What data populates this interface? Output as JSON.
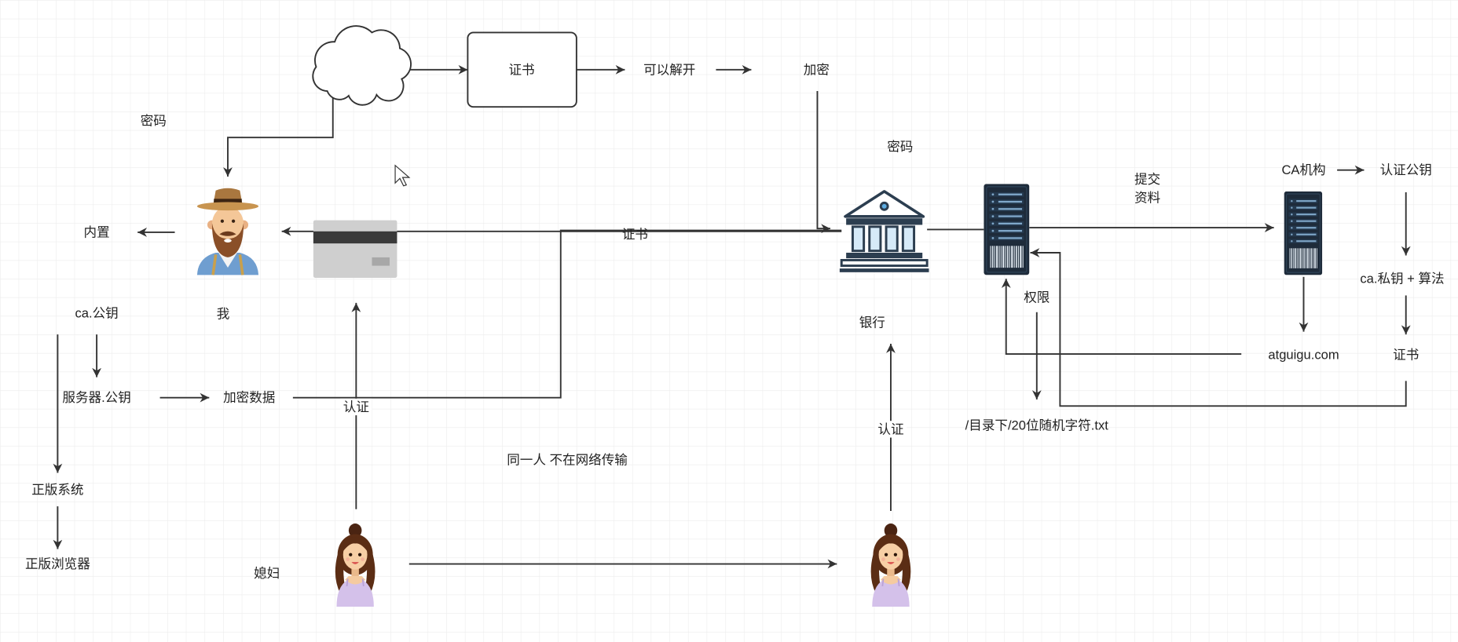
{
  "canvas": {
    "background": "#ffffff",
    "grid": true,
    "grid_color": "#ececec"
  },
  "colors": {
    "line": "#333333",
    "text": "#222222",
    "server": "#1e2b3a",
    "bank_outline": "#2c3e50",
    "card": "#cfcfcf",
    "dress": "#d4c1ea"
  },
  "icons": {
    "cloud": "cloud-icon",
    "farmer": "farmer-man-icon",
    "card": "bank-card-icon",
    "bank": "bank-building-icon",
    "server": "server-rack-icon",
    "woman": "woman-icon",
    "cursor": "mouse-pointer-icon"
  },
  "top_flow": {
    "cert_box_label": "证书",
    "can_decrypt": "可以解开",
    "encrypt": "加密"
  },
  "client_side": {
    "password": "密码",
    "builtin": "内置",
    "me": "我",
    "ca_public_key": "ca.公钥",
    "server_public_key": "服务器.公钥",
    "encrypted_data": "加密数据",
    "genuine_system": "正版系统",
    "genuine_browser": "正版浏览器",
    "verify": "认证",
    "wife": "媳妇"
  },
  "middle": {
    "certificate": "证书",
    "same_person_note": "同一人 不在网络传输"
  },
  "bank_side": {
    "password": "密码",
    "bank": "银行",
    "verify": "认证"
  },
  "server_side": {
    "submit": "提交",
    "materials": "资料",
    "permission": "权限",
    "file_path": "/目录下/20位随机字符.txt"
  },
  "ca_side": {
    "ca_org": "CA机构",
    "verify_public_key": "认证公钥",
    "ca_private_key_algorithm": "ca.私钥 + 算法",
    "certificate": "证书",
    "domain": "atguigu.com"
  }
}
